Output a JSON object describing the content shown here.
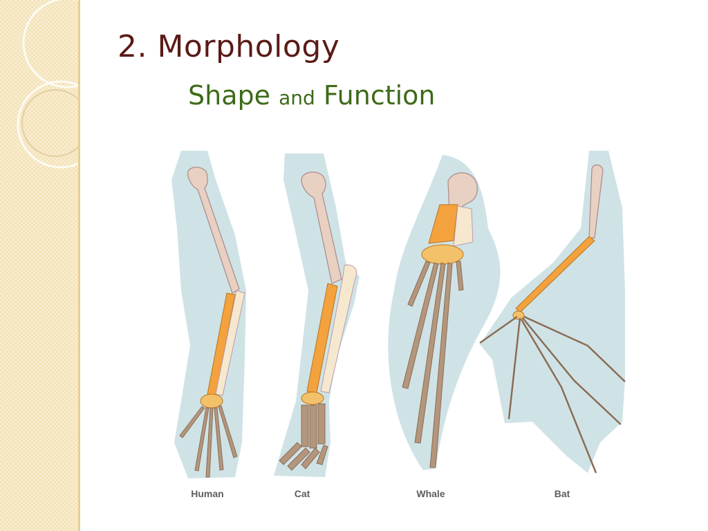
{
  "slide": {
    "title": "2.  Morphology",
    "subtitle_part1": "Shape",
    "subtitle_part2": "and",
    "subtitle_part3": "Function"
  },
  "figure": {
    "labels": [
      "Human",
      "Cat",
      "Whale",
      "Bat"
    ]
  },
  "colors": {
    "title": "#5a1a16",
    "subtitle": "#3d6a18",
    "sidebar": "#f4e3b8",
    "limb_background": "#cfe3e6",
    "humerus": "#e8d0c2",
    "radius": "#f3a23e",
    "ulna": "#f5e8cf",
    "carpals": "#f3c16a",
    "digits": "#b4967c"
  }
}
